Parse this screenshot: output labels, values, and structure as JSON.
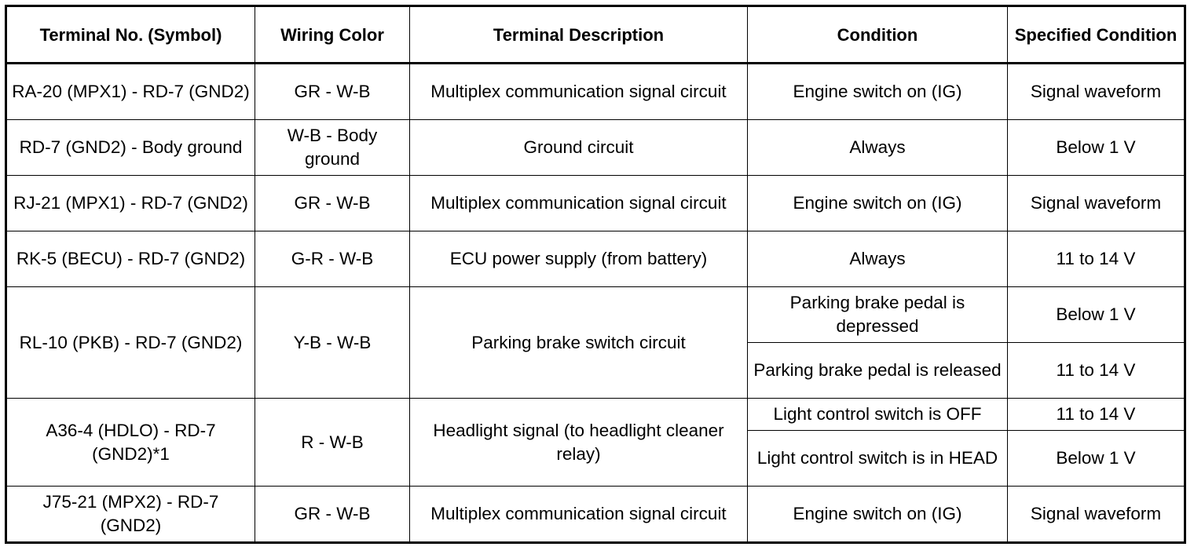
{
  "table": {
    "headers": {
      "terminal": "Terminal No. (Symbol)",
      "wiring": "Wiring Color",
      "description": "Terminal Description",
      "condition": "Condition",
      "specified": "Specified Condition"
    },
    "rows": [
      {
        "terminal": "RA-20 (MPX1) - RD-7 (GND2)",
        "wiring": "GR - W-B",
        "description": "Multiplex communication signal circuit",
        "conditions": [
          {
            "condition": "Engine switch on (IG)",
            "specified": "Signal waveform"
          }
        ]
      },
      {
        "terminal": "RD-7 (GND2) - Body ground",
        "wiring": "W-B - Body ground",
        "description": "Ground circuit",
        "conditions": [
          {
            "condition": "Always",
            "specified": "Below 1 V"
          }
        ]
      },
      {
        "terminal": "RJ-21 (MPX1) - RD-7 (GND2)",
        "wiring": "GR - W-B",
        "description": "Multiplex communication signal circuit",
        "conditions": [
          {
            "condition": "Engine switch on (IG)",
            "specified": "Signal waveform"
          }
        ]
      },
      {
        "terminal": "RK-5 (BECU) - RD-7 (GND2)",
        "wiring": "G-R - W-B",
        "description": "ECU power supply (from battery)",
        "conditions": [
          {
            "condition": "Always",
            "specified": "11 to 14 V"
          }
        ]
      },
      {
        "terminal": "RL-10 (PKB) - RD-7 (GND2)",
        "wiring": "Y-B - W-B",
        "description": "Parking brake switch circuit",
        "conditions": [
          {
            "condition": "Parking brake pedal is depressed",
            "specified": "Below 1 V"
          },
          {
            "condition": "Parking brake pedal is released",
            "specified": "11 to 14 V"
          }
        ]
      },
      {
        "terminal": "A36-4 (HDLO) - RD-7 (GND2)*1",
        "wiring": "R - W-B",
        "description": "Headlight signal (to headlight cleaner relay)",
        "conditions": [
          {
            "condition": "Light control switch is OFF",
            "specified": "11 to 14 V"
          },
          {
            "condition": "Light control switch is in HEAD",
            "specified": "Below 1 V"
          }
        ]
      },
      {
        "terminal": "J75-21 (MPX2) - RD-7 (GND2)",
        "wiring": "GR - W-B",
        "description": "Multiplex communication signal circuit",
        "conditions": [
          {
            "condition": "Engine switch on (IG)",
            "specified": "Signal waveform"
          }
        ]
      }
    ]
  }
}
